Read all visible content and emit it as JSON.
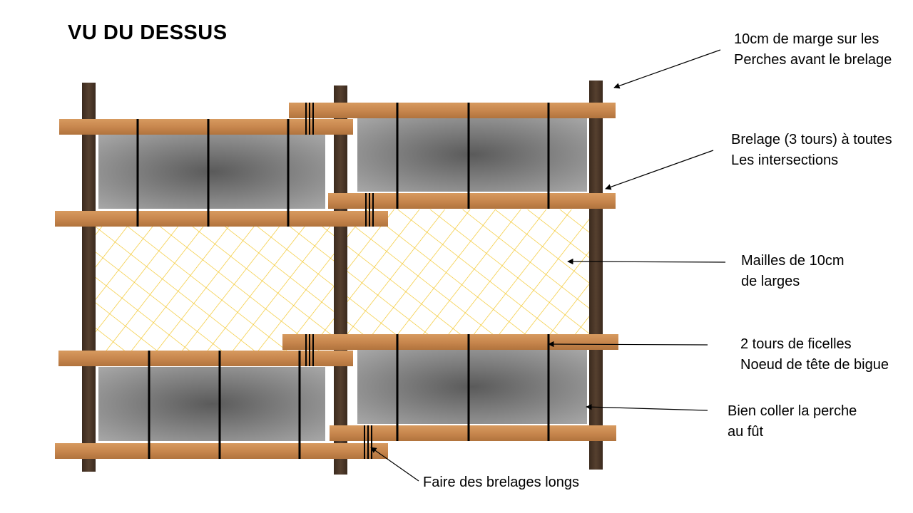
{
  "title": "VU DU DESSUS",
  "annotations": {
    "margin": {
      "line1": "10cm de marge sur les",
      "line2": "Perches avant le brelage"
    },
    "brelage": {
      "line1": "Brelage (3 tours) à toutes",
      "line2": "Les intersections"
    },
    "mailles": {
      "line1": "Mailles de 10cm",
      "line2": "de larges"
    },
    "ficelles": {
      "line1": "2 tours de ficelles",
      "line2": "Noeud de tête de bigue"
    },
    "coller": {
      "line1": "Bien coller la perche",
      "line2": "au fût"
    },
    "longs": {
      "line1": "Faire des brelages longs"
    }
  },
  "colors": {
    "post": "#4a3526",
    "plank": "#c8874e",
    "net": "#f2c21a",
    "panel_dark": "#5a5a5a",
    "panel_light": "#a8a8a8"
  }
}
